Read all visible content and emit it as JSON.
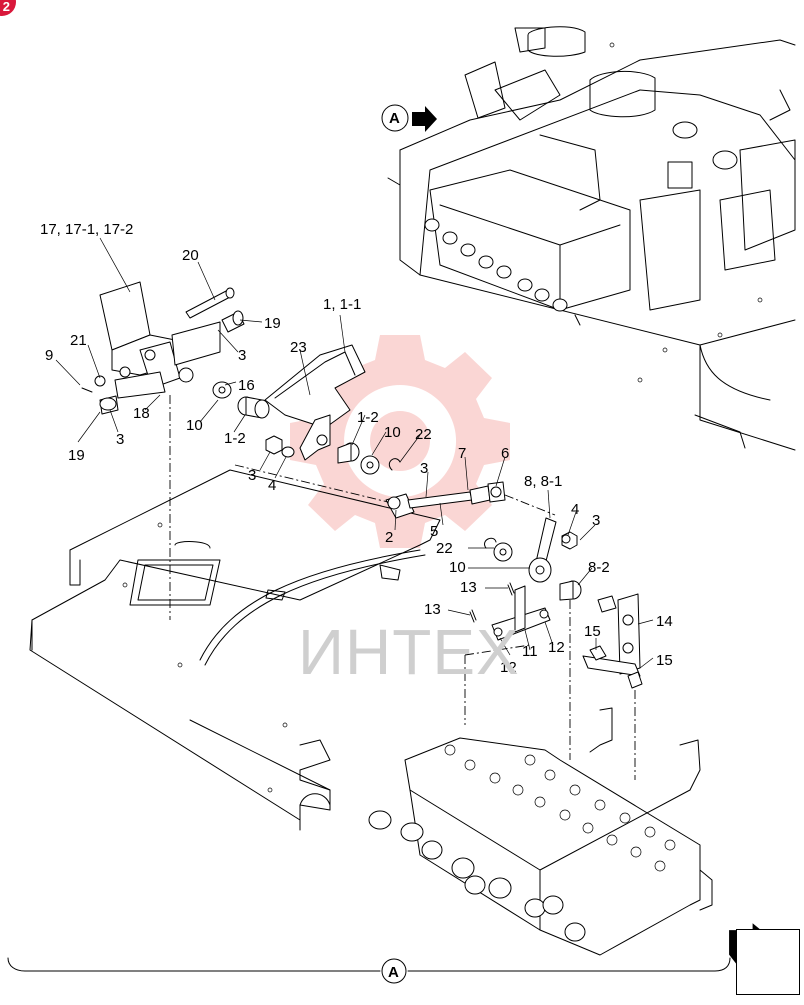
{
  "badge": {
    "text": "2"
  },
  "watermark": {
    "text": "ИНТЕХ"
  },
  "view_marker": {
    "letter": "A"
  },
  "callouts": [
    {
      "id": "c17",
      "text": "17, 17-1, 17-2"
    },
    {
      "id": "c20",
      "text": "20"
    },
    {
      "id": "c19a",
      "text": "19"
    },
    {
      "id": "c3a",
      "text": "3"
    },
    {
      "id": "c21",
      "text": "21"
    },
    {
      "id": "c9",
      "text": "9"
    },
    {
      "id": "c16",
      "text": "16"
    },
    {
      "id": "c18",
      "text": "18"
    },
    {
      "id": "c10a",
      "text": "10"
    },
    {
      "id": "c19b",
      "text": "19"
    },
    {
      "id": "c3b",
      "text": "3"
    },
    {
      "id": "c1",
      "text": "1, 1-1"
    },
    {
      "id": "c23",
      "text": "23"
    },
    {
      "id": "c12a",
      "text": "1-2"
    },
    {
      "id": "c12b",
      "text": "1-2"
    },
    {
      "id": "c10b",
      "text": "10"
    },
    {
      "id": "c22a",
      "text": "22"
    },
    {
      "id": "c3c",
      "text": "3"
    },
    {
      "id": "c4a",
      "text": "4"
    },
    {
      "id": "c7",
      "text": "7"
    },
    {
      "id": "c6",
      "text": "6"
    },
    {
      "id": "c3d",
      "text": "3"
    },
    {
      "id": "c5",
      "text": "5"
    },
    {
      "id": "c2",
      "text": "2"
    },
    {
      "id": "c8",
      "text": "8, 8-1"
    },
    {
      "id": "c4b",
      "text": "4"
    },
    {
      "id": "c3e",
      "text": "3"
    },
    {
      "id": "c22b",
      "text": "22"
    },
    {
      "id": "c10c",
      "text": "10"
    },
    {
      "id": "c82",
      "text": "8-2"
    },
    {
      "id": "c13a",
      "text": "13"
    },
    {
      "id": "c13b",
      "text": "13"
    },
    {
      "id": "c14",
      "text": "14"
    },
    {
      "id": "c15a",
      "text": "15"
    },
    {
      "id": "c15b",
      "text": "15"
    },
    {
      "id": "c12c",
      "text": "12"
    },
    {
      "id": "c11",
      "text": "11"
    },
    {
      "id": "c12d",
      "text": "12"
    }
  ]
}
